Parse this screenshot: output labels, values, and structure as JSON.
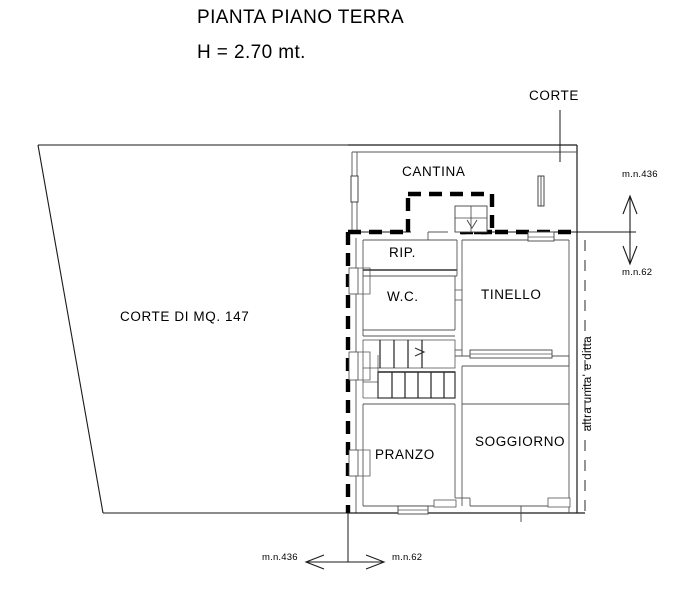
{
  "document": {
    "title": "PIANTA PIANO TERRA",
    "height_note": "H = 2.70 mt."
  },
  "labels": {
    "corte_top": "CORTE",
    "corte_area": "CORTE DI MQ. 147",
    "cantina": "CANTINA",
    "rip": "RIP.",
    "wc": "W.C.",
    "tinello": "TINELLO",
    "pranzo": "PRANZO",
    "soggiorno": "SOGGIORNO",
    "altra_unita": "altra unita' e ditta"
  },
  "dimensions": {
    "right_top": "m.n.436",
    "right_bottom": "m.n.62",
    "bottom_left": "m.n.436",
    "bottom_right": "m.n.62"
  },
  "rooms": [
    {
      "name": "CANTINA",
      "label_key": "cantina"
    },
    {
      "name": "RIP.",
      "label_key": "rip"
    },
    {
      "name": "W.C.",
      "label_key": "wc"
    },
    {
      "name": "TINELLO",
      "label_key": "tinello"
    },
    {
      "name": "PRANZO",
      "label_key": "pranzo"
    },
    {
      "name": "SOGGIORNO",
      "label_key": "soggiorno"
    }
  ],
  "colors": {
    "ink": "#000000",
    "paper": "#ffffff",
    "thin_line": "#3a3a3a"
  }
}
